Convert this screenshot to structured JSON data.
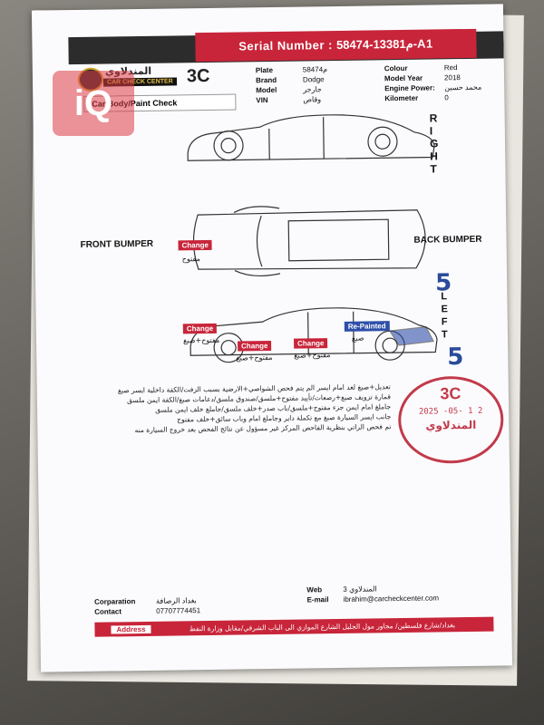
{
  "header": {
    "serial": "Serial Number : م13381-58474-A1"
  },
  "logo": {
    "arabic": "المندلاوي",
    "english": "CAR CHECK CENTER",
    "brand": "3C"
  },
  "vehicle_left": [
    {
      "key": "Plate",
      "value": "م58474"
    },
    {
      "key": "Brand",
      "value": "Dodge"
    },
    {
      "key": "Model",
      "value": "جارجر"
    },
    {
      "key": "VIN",
      "value": "وقاص"
    }
  ],
  "vehicle_right": [
    {
      "key": "Colour",
      "value": "Red"
    },
    {
      "key": "Model Year",
      "value": "2018"
    },
    {
      "key": "Engine Power:",
      "value": "محمد حسين"
    },
    {
      "key": "Kilometer",
      "value": "0"
    }
  ],
  "section": {
    "title": "Car Body/Paint Check"
  },
  "sides": {
    "right": [
      "R",
      "I",
      "G",
      "H",
      "T"
    ],
    "left": [
      "L",
      "E",
      "F",
      "T"
    ],
    "five": "5"
  },
  "bumpers": {
    "front": "FRONT BUMPER",
    "back": "BACK BUMPER"
  },
  "tags": {
    "top_change": "Change",
    "top_note": "مفتوح",
    "side_change1": "Change",
    "side_note1": "مفتوح+صبغ",
    "side_change2": "Change",
    "side_note2": "مفتوح+صبغ",
    "side_change3": "Change",
    "side_note3": "مفتوح+صبغ",
    "repaint": "Re-Painted",
    "repaint_note": "صبغ"
  },
  "notes": [
    "تعديل+صبغ لغد امام ايسر الم يتم فحص الشواصي+الارضية بسبب الزفت/الكفة داخلية ايسر صبغ",
    "قمارة تزويف صبغ+رصعات/تأييد مفتوح+ملسق/صندوق ملسق/دعامات صبغ/الكفة ايمن ملسق",
    "جاملغ امام ايمن جزء مفتوح+ملسق/باب صدر+خلف ملسق/جاملغ خلف ايمن ملسق",
    "جانب ايسر السيارة صبغ مع تكملة داير وجاملغ امام وباب سائق+خلف مفتوح",
    "تم فحص الراتي بنظرية الفاحص المركز غير مسؤول عن نتائج الفحص بعد خروج السيارة منه"
  ],
  "stamp": {
    "brand": "3C",
    "date": "2025 -05- 1 2",
    "name": "المندلاوي"
  },
  "footer": {
    "corporation_label": "Corparation",
    "corporation_value": "بغداد الرصافة",
    "contact_label": "Contact",
    "contact_value": "07707774451",
    "web_label": "Web",
    "web_value": "المندلاوي 3",
    "email_label": "E-mail",
    "email_value": "ibrahim@carcheckcenter.com",
    "address_label": "Address",
    "address_value": "بغداد/شارع فلسطين/ مجاور مول الجليل الشارع الموازي الى الباب الشرقي/مقابل وزارة النفط"
  },
  "watermark": "iQ"
}
